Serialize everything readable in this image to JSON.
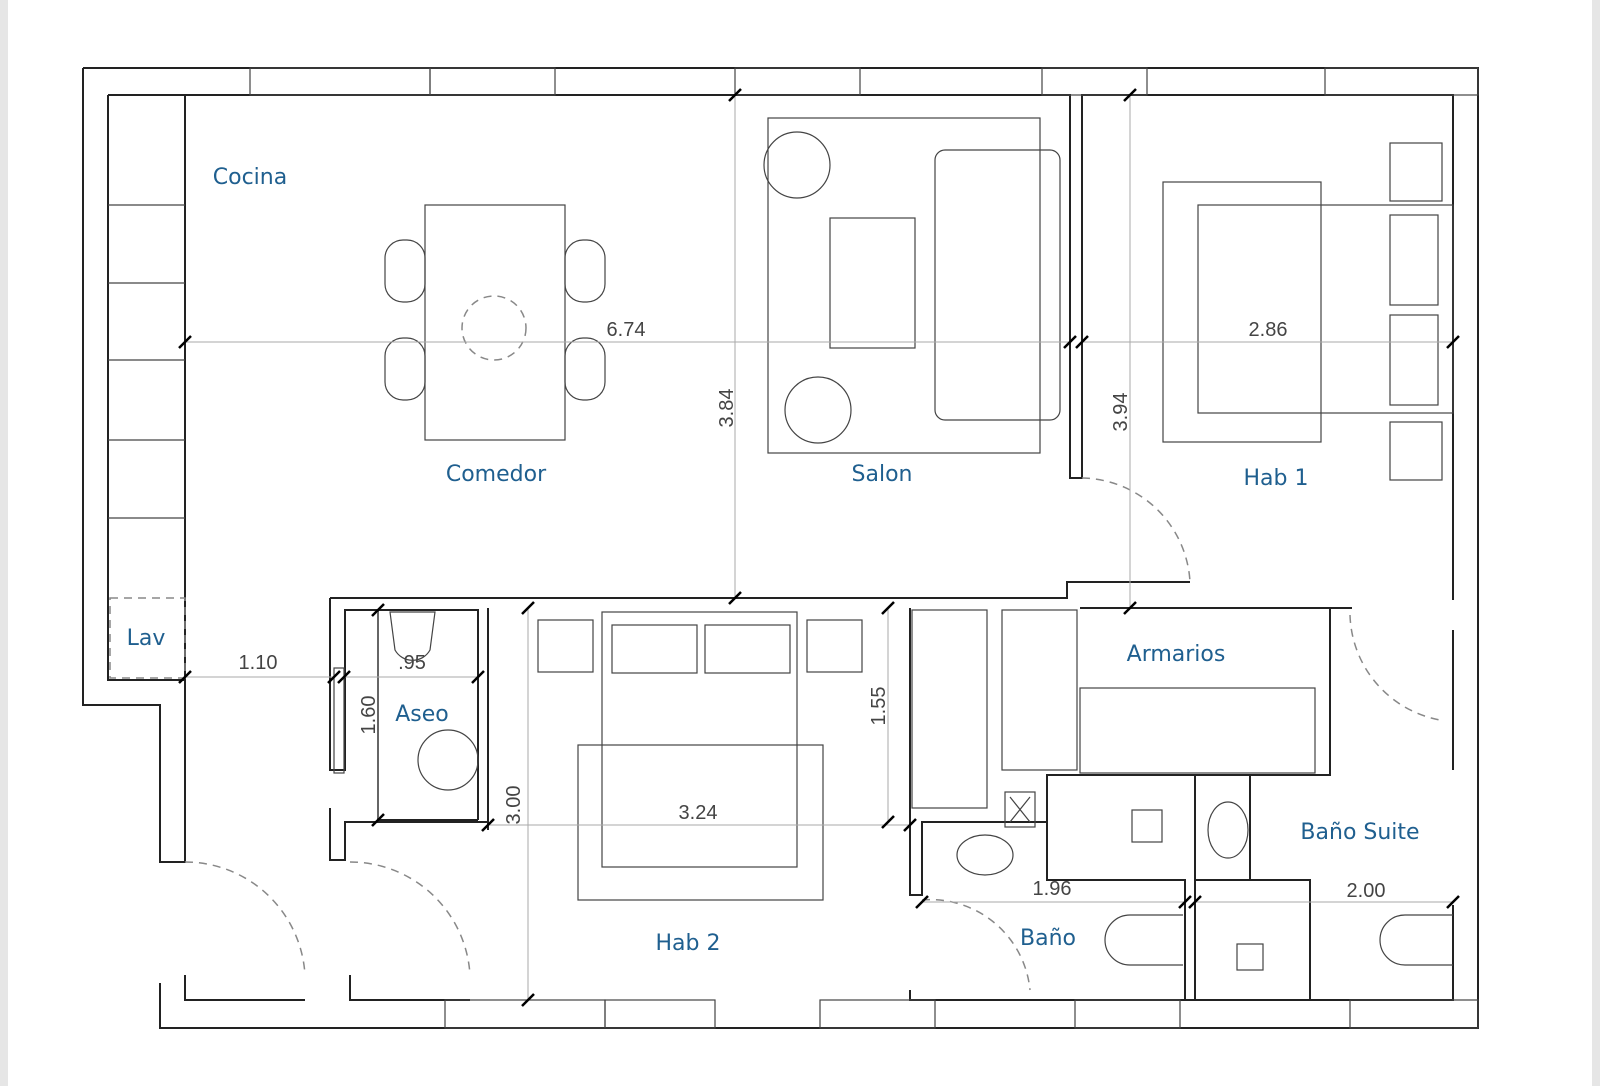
{
  "rooms": {
    "cocina": "Cocina",
    "comedor": "Comedor",
    "salon": "Salon",
    "hab1": "Hab 1",
    "lav": "Lav",
    "aseo": "Aseo",
    "armarios": "Armarios",
    "hab2": "Hab 2",
    "bano": "Baño",
    "bano_suite": "Baño Suite"
  },
  "dimensions": {
    "salon_width": "6.74",
    "hab1_width": "2.86",
    "salon_depth": "3.84",
    "hab1_depth": "3.94",
    "hall_width": "1.10",
    "aseo_width": ".95",
    "aseo_depth": "1.60",
    "hab2_depth_upper": "1.55",
    "hab2_depth": "3.00",
    "hab2_width": "3.24",
    "bano_width": "1.96",
    "bano_suite_width": "2.00"
  },
  "colors": {
    "room_label": "#1f5f8f",
    "walls": "#222222"
  }
}
